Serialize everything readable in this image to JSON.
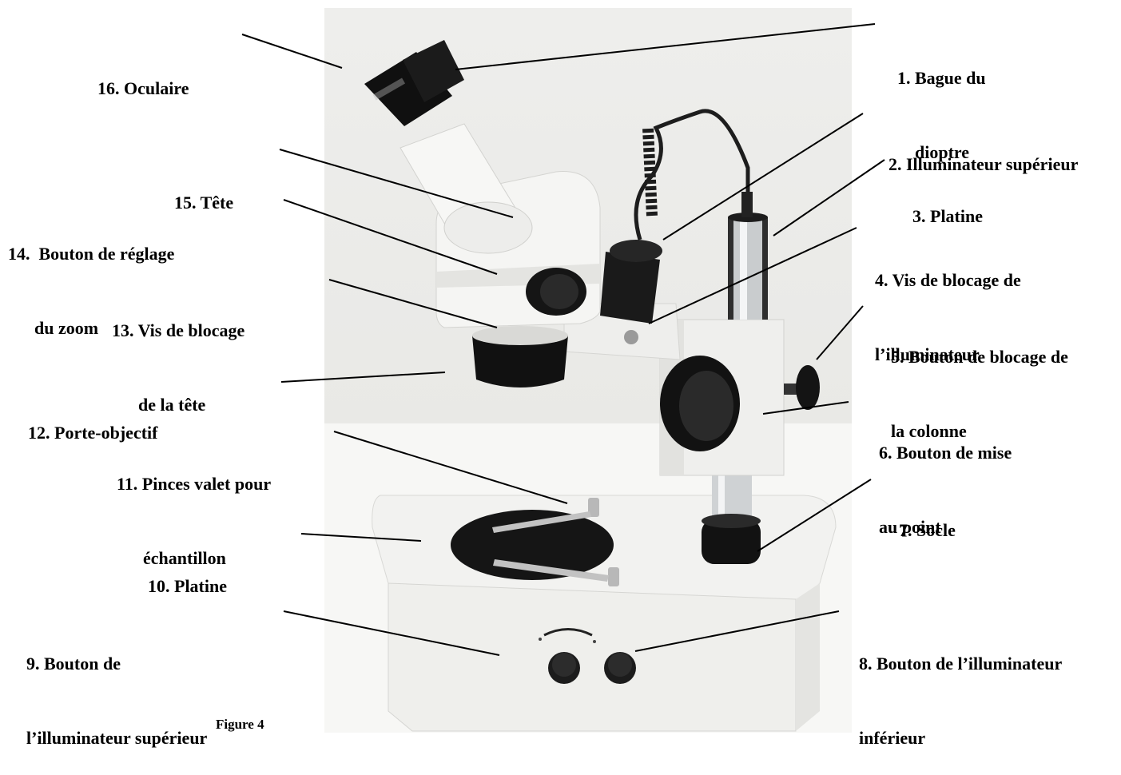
{
  "figure": {
    "caption": "Figure 4"
  },
  "labels": [
    {
      "id": "1",
      "lines": [
        "1. Bague du",
        "    dioptre"
      ]
    },
    {
      "id": "2",
      "lines": [
        "2. Illuminateur supérieur"
      ]
    },
    {
      "id": "3",
      "lines": [
        "3. Platine"
      ]
    },
    {
      "id": "4",
      "lines": [
        "4. Vis de blocage de",
        "l’illuminateur"
      ]
    },
    {
      "id": "5",
      "lines": [
        "5. Bouton de blocage de",
        "la colonne"
      ]
    },
    {
      "id": "6",
      "lines": [
        "6. Bouton de mise",
        "au point"
      ]
    },
    {
      "id": "7",
      "lines": [
        "7. Socle"
      ]
    },
    {
      "id": "8",
      "lines": [
        "8. Bouton de l’illuminateur",
        "inférieur"
      ]
    },
    {
      "id": "9",
      "lines": [
        "9. Bouton de",
        "l’illuminateur supérieur"
      ]
    },
    {
      "id": "10",
      "lines": [
        "10. Platine"
      ]
    },
    {
      "id": "11",
      "lines": [
        "11. Pinces valet pour",
        "      échantillon"
      ]
    },
    {
      "id": "12",
      "lines": [
        "12. Porte-objectif"
      ]
    },
    {
      "id": "13",
      "lines": [
        "13. Vis de blocage",
        "      de la tête"
      ]
    },
    {
      "id": "14",
      "lines": [
        "14.  Bouton de réglage",
        "      du zoom"
      ]
    },
    {
      "id": "15",
      "lines": [
        "15. Tête"
      ]
    },
    {
      "id": "16",
      "lines": [
        "16. Oculaire"
      ]
    }
  ],
  "colors": {
    "leader_line": "#000000",
    "body_white": "#f4f4f2",
    "dark_part": "#1a1a1a",
    "metal": "#c8c8c8",
    "stage_plate": "#111111"
  }
}
